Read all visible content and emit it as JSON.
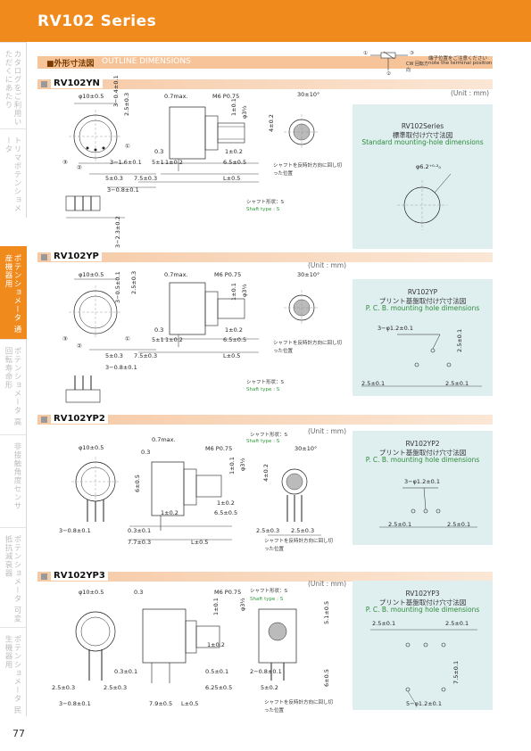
{
  "header": {
    "title": "RV102 Series"
  },
  "sidebar": [
    {
      "label": "カタログをご利用いただくにあたり",
      "active": false
    },
    {
      "label": "トリマポテンショメータ",
      "active": false
    },
    {
      "label": "ポテンショメータ 通産機器用",
      "active": true
    },
    {
      "label": "ポテンショメータ 高回転寿命形",
      "active": false
    },
    {
      "label": "非接触角度センサ",
      "active": false
    },
    {
      "label": "ポテンショメータ 可変抵抗減衰器",
      "active": false
    },
    {
      "label": "ポテンショメータ 民生機器用",
      "active": false
    }
  ],
  "section": {
    "jp": "■外形寸法図",
    "en": "OUTLINE DIMENSIONS"
  },
  "terminal_note": {
    "ccw": "CW 回転方向",
    "jp": "端子位置をご注意ください",
    "en": "note the terminal position",
    "n1": "①",
    "n2": "②",
    "n3": "③"
  },
  "models": [
    {
      "name": "RV102YN",
      "unit": "(Unit : mm)",
      "panel": {
        "t1": "RV102Series",
        "t2": "標準取付け穴寸法図",
        "t3": "Standard mounting-hole dimensions",
        "hole": "φ6.2⁺⁰·²₀"
      },
      "dims": {
        "dia": "φ10±0.5",
        "d1": "3−0.4±0.1",
        "d2": "2.5±0.3",
        "max": "0.7max.",
        "thread": "M6 P0.75",
        "angle": "30±10°",
        "shaft": "φ3½",
        "t1": "1±0.1",
        "h": "4±0.2",
        "a": "3−1.6±0.1",
        "b": "0.3",
        "c": "5±1",
        "d": "1±0.2",
        "e": "1±0.2",
        "f": "6.5±0.5",
        "g": "5±0.3",
        "h2": "7.5±0.3",
        "l": "L±0.5",
        "pin": "3−0.8±0.1",
        "pin2": "3−2.3±0.2",
        "n1": "①",
        "n2": "②",
        "n3": "③"
      },
      "shaft_note_jp": "シャフトを反時計方向に回し切った位置",
      "shaft_type_jp": "シャフト形状：S",
      "shaft_type_en": "Shaft type : S"
    },
    {
      "name": "RV102YP",
      "unit": "(Unit : mm)",
      "panel": {
        "t1": "RV102YP",
        "t2": "プリント基盤取付け穴寸法図",
        "t3": "P. C. B. mounting hole dimensions",
        "holes": "3−φ1.2±0.1",
        "pitch1": "2.5±0.1",
        "pitch2": "2.5±0.1",
        "v": "2.5±0.1"
      },
      "dims": {
        "dia": "φ10±0.5",
        "d1": "3−0.5±0.1",
        "d2": "2.5±0.3",
        "max": "0.7max.",
        "thread": "M6 P0.75",
        "angle": "30±10°",
        "shaft": "φ3½",
        "t1": "1±0.1",
        "b": "0.3",
        "c": "5±1",
        "d": "1±0.2",
        "e": "1±0.2",
        "f": "6.5±0.5",
        "g": "5±0.3",
        "h2": "7.5±0.3",
        "l": "L±0.5",
        "pin": "3−0.8±0.1",
        "n1": "①",
        "n2": "②",
        "n3": "③"
      },
      "shaft_note_jp": "シャフトを反時計方向に回し切った位置",
      "shaft_type_jp": "シャフト形状：S",
      "shaft_type_en": "Shaft type : S"
    },
    {
      "name": "RV102YP2",
      "unit": "(Unit : mm)",
      "panel": {
        "t1": "RV102YP2",
        "t2": "プリント基盤取付け穴寸法図",
        "t3": "P. C. B. mounting hole dimensions",
        "holes": "3−φ1.2±0.1",
        "pitch1": "2.5±0.1",
        "pitch2": "2.5±0.1"
      },
      "dims": {
        "dia": "φ10±0.5",
        "max": "0.7max.",
        "b": "0.3",
        "thread": "M6 P0.75",
        "angle": "30±10°",
        "shaft": "φ3½",
        "t1": "1±0.1",
        "h": "4±0.2",
        "v": "6±0.5",
        "d": "1±0.2",
        "e": "1±0.2",
        "f": "6.5±0.5",
        "c": "0.3±0.1",
        "g": "7.7±0.3",
        "l": "L±0.5",
        "pin": "3−0.8±0.1",
        "p1": "2.5±0.3",
        "p2": "2.5±0.3"
      },
      "shaft_note_jp": "シャフトを反時計方向に回し切った位置",
      "shaft_type_jp": "シャフト形状：S",
      "shaft_type_en": "Shaft type : S"
    },
    {
      "name": "RV102YP3",
      "unit": "(Unit : mm)",
      "panel": {
        "t1": "RV102YP3",
        "t2": "プリント基盤取付け穴寸法図",
        "t3": "P. C. B. mounting hole dimensions",
        "pitch1": "2.5±0.1",
        "pitch2": "2.5±0.1",
        "v": "7.5±0.1",
        "holes": "5−φ1.2±0.1"
      },
      "dims": {
        "dia": "φ10±0.5",
        "b": "0.3",
        "thread": "M6 P0.75",
        "shaft": "φ3½",
        "t1": "1±0.1",
        "e": "1±0.2",
        "c": "0.3±0.1",
        "p1": "2.5±0.3",
        "p2": "2.5±0.3",
        "pin": "3−0.8±0.1",
        "f": "0.5±0.1",
        "g": "6.25±0.5",
        "l": "L±0.5",
        "g2": "7.9±0.5",
        "p3": "2−0.8±0.1",
        "p4": "5±0.2",
        "v1": "5.1±0.5",
        "v2": "6±0.5"
      },
      "shaft_note_jp": "シャフトを反時計方向に回し切った位置",
      "shaft_type_jp": "シャフト形状：S",
      "shaft_type_en": "Shaft type : S"
    }
  ],
  "page_number": "77"
}
